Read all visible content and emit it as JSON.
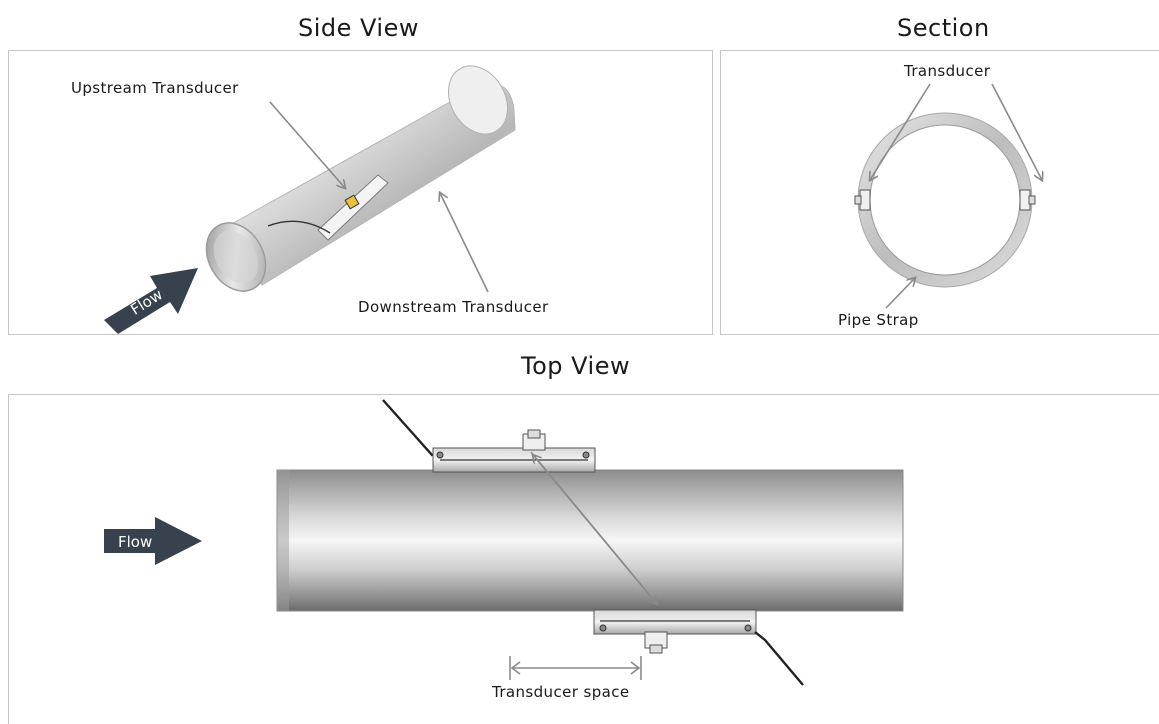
{
  "titles": {
    "side_view": "Side View",
    "section": "Section",
    "top_view": "Top View"
  },
  "side_view": {
    "upstream_label": "Upstream Transducer",
    "downstream_label": "Downstream Transducer",
    "flow_label": "Flow"
  },
  "section": {
    "transducer_label": "Transducer",
    "strap_label": "Pipe Strap"
  },
  "top_view": {
    "flow_label": "Flow",
    "spacing_label": "Transducer space"
  },
  "colors": {
    "panel_border": "#c7c7c7",
    "leader_line": "#8a8a8a",
    "flow_arrow": "#37424e",
    "pipe_mid": "#f4f4f4",
    "pipe_dark": "#7a7a7a"
  }
}
